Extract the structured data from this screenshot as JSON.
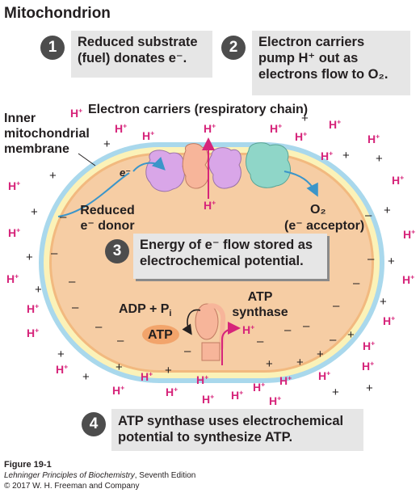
{
  "title": "Mitochondrion",
  "steps": [
    {
      "number": "1",
      "line1": "Reduced substrate",
      "line2": "(fuel) donates e⁻."
    },
    {
      "number": "2",
      "line1": "Electron carriers",
      "line2": "pump H⁺ out as",
      "line3": "electrons flow to O₂."
    },
    {
      "number": "3",
      "line1": "Energy of e⁻ flow stored as",
      "line2": "electrochemical potential."
    },
    {
      "number": "4",
      "line1": "ATP synthase uses electrochemical",
      "line2": "potential to synthesize ATP."
    }
  ],
  "labels": {
    "inner_membrane_1": "Inner",
    "inner_membrane_2": "mitochondrial",
    "inner_membrane_3": "membrane",
    "electron_carriers": "Electron carriers (respiratory chain)",
    "electron": "e⁻",
    "reduced_1": "Reduced",
    "reduced_2": "e⁻ donor",
    "o2": "O₂",
    "acceptor": "(e⁻ acceptor)",
    "adp": "ADP + P",
    "adp_sub": "i",
    "atp": "ATP",
    "atp_synthase_1": "ATP",
    "atp_synthase_2": "synthase",
    "proton": "H",
    "proton_charge": "+",
    "plus": "+",
    "minus": "–"
  },
  "caption": {
    "figure": "Figure 19-1",
    "book": "Lehninger Principles of Biochemistry",
    "edition": ", Seventh Edition",
    "copyright": "© 2017 W. H. Freeman and Company"
  },
  "colors": {
    "proton": "#d6247a",
    "matrix_fill": "#f6cda4",
    "membrane_outer": "#a9d8ec",
    "membrane_mid": "#fbf2b8",
    "membrane_inner": "#f2b97f",
    "complex_blue": "#6fc3e6",
    "complex_pink": "#d9a6e8",
    "complex_peach": "#f7b59a",
    "complex_green": "#8fd6c8",
    "arrow_blue": "#3b95c9",
    "step_circle": "#4d4d4d",
    "box_gray": "#e6e6e6"
  }
}
